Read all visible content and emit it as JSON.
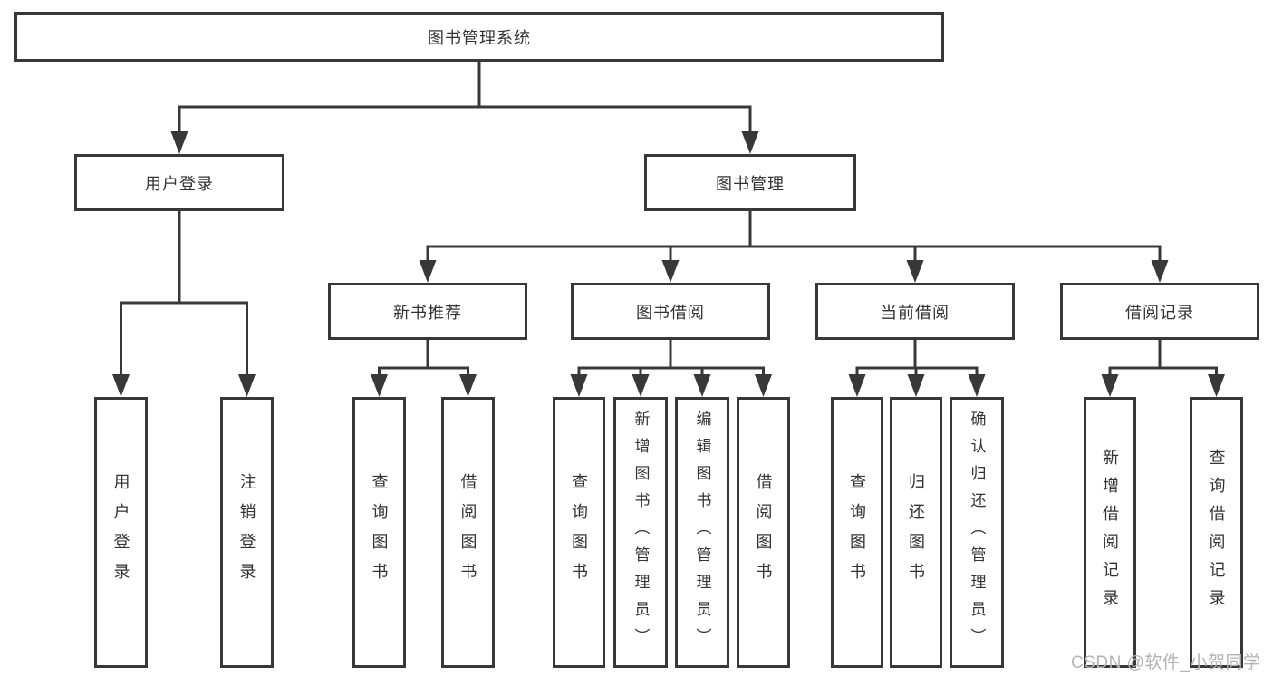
{
  "colors": {
    "line": "#383838",
    "box_border": "#383838",
    "text": "#333333",
    "watermark_text": "#b3b3b3",
    "background": "#ffffff"
  },
  "diagram": {
    "root": {
      "label": "图书管理系统",
      "children": [
        {
          "label": "用户登录",
          "children": [
            {
              "label": "用户登录"
            },
            {
              "label": "注销登录"
            }
          ]
        },
        {
          "label": "图书管理",
          "children": [
            {
              "label": "新书推荐",
              "children": [
                {
                  "label": "查询图书"
                },
                {
                  "label": "借阅图书"
                }
              ]
            },
            {
              "label": "图书借阅",
              "children": [
                {
                  "label": "查询图书"
                },
                {
                  "label": "新增图书（管理员）"
                },
                {
                  "label": "编辑图书（管理员）"
                },
                {
                  "label": "借阅图书"
                }
              ]
            },
            {
              "label": "当前借阅",
              "children": [
                {
                  "label": "查询图书"
                },
                {
                  "label": "归还图书"
                },
                {
                  "label": "确认归还（管理员）"
                }
              ]
            },
            {
              "label": "借阅记录",
              "children": [
                {
                  "label": "新增借阅记录"
                },
                {
                  "label": "查询借阅记录"
                }
              ]
            }
          ]
        }
      ]
    }
  },
  "watermark": {
    "text": "CSDN @软件_小贺同学"
  }
}
